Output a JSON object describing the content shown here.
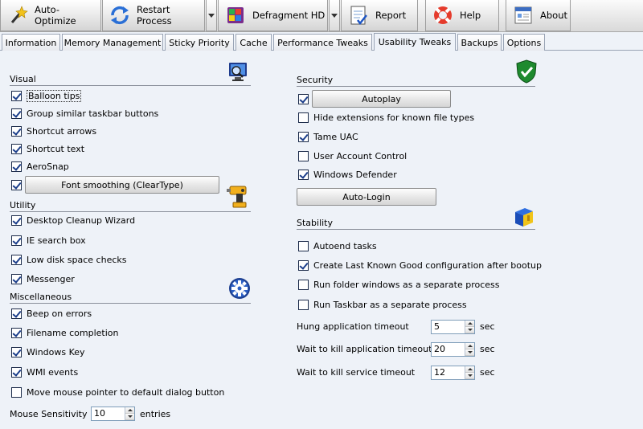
{
  "toolbar": {
    "auto_optimize": "Auto-Optimize",
    "restart_process": "Restart Process",
    "defragment": "Defragment HD",
    "report": "Report",
    "help": "Help",
    "about": "About"
  },
  "tabs": [
    "Information",
    "Memory Management",
    "Sticky Priority",
    "Cache",
    "Performance Tweaks",
    "Usability Tweaks",
    "Backups",
    "Options"
  ],
  "active_tab": "Usability Tweaks",
  "visual": {
    "title": "Visual",
    "items": [
      {
        "label": "Balloon tips",
        "checked": true
      },
      {
        "label": "Group similar taskbar buttons",
        "checked": true
      },
      {
        "label": "Shortcut arrows",
        "checked": true
      },
      {
        "label": "Shortcut text",
        "checked": true
      },
      {
        "label": "AeroSnap",
        "checked": true
      }
    ],
    "font_smoothing": {
      "label": "Font smoothing (ClearType)",
      "checked": true
    }
  },
  "utility": {
    "title": "Utility",
    "items": [
      {
        "label": "Desktop Cleanup Wizard",
        "checked": true
      },
      {
        "label": "IE search box",
        "checked": true
      },
      {
        "label": "Low disk space checks",
        "checked": true
      },
      {
        "label": "Messenger",
        "checked": true
      }
    ]
  },
  "misc": {
    "title": "Miscellaneous",
    "items": [
      {
        "label": "Beep on errors",
        "checked": true
      },
      {
        "label": "Filename completion",
        "checked": true
      },
      {
        "label": "Windows Key",
        "checked": true
      },
      {
        "label": "WMI events",
        "checked": true
      },
      {
        "label": "Move mouse pointer to default dialog button",
        "checked": false
      }
    ],
    "mouse_sensitivity": {
      "label": "Mouse Sensitivity",
      "value": "10",
      "unit": "entries"
    }
  },
  "security": {
    "title": "Security",
    "autoplay": {
      "label": "Autoplay",
      "checked": true
    },
    "items": [
      {
        "label": "Hide extensions for known file types",
        "checked": false
      },
      {
        "label": "Tame UAC",
        "checked": true
      },
      {
        "label": "User Account Control",
        "checked": false
      },
      {
        "label": "Windows Defender",
        "checked": true
      }
    ],
    "auto_login": "Auto-Login"
  },
  "stability": {
    "title": "Stability",
    "items": [
      {
        "label": "Autoend tasks",
        "checked": false
      },
      {
        "label": "Create Last Known Good configuration after bootup",
        "checked": true
      },
      {
        "label": "Run folder windows as a separate process",
        "checked": false
      },
      {
        "label": "Run Taskbar as a separate process",
        "checked": false
      }
    ],
    "timeouts": [
      {
        "label": "Hung application timeout",
        "value": "5",
        "unit": "sec"
      },
      {
        "label": "Wait to kill application timeout",
        "value": "20",
        "unit": "sec"
      },
      {
        "label": "Wait to kill service timeout",
        "value": "12",
        "unit": "sec"
      }
    ]
  },
  "icons": {
    "auto_optimize": "wand-icon",
    "restart_process": "refresh-icon",
    "defragment": "defrag-icon",
    "report": "report-icon",
    "help": "lifebuoy-icon",
    "about": "about-icon",
    "visual": "monitor-magnifier-icon",
    "utility": "drill-icon",
    "misc": "gear-icon",
    "security": "shield-check-icon",
    "stability": "stability-cube-icon"
  }
}
